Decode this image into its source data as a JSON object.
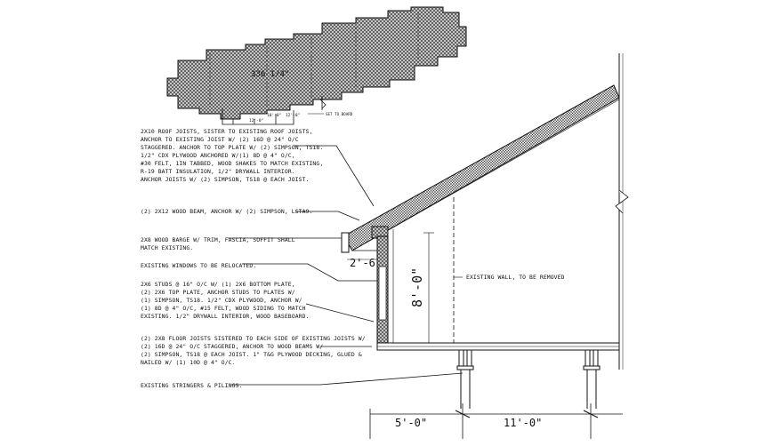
{
  "plan": {
    "room_label": "336 1/4\"",
    "detail_label": "SET TO BOARD",
    "dims": [
      "12'-0\"",
      "10'-0\"",
      "12'-0\""
    ]
  },
  "notes": [
    {
      "id": "roof",
      "lines": [
        "2X10 ROOF JOISTS, SISTER TO EXISTING ROOF JOISTS,",
        "ANCHOR TO EXISTING JOIST W/ (2) 16D @ 24\" O/C",
        "STAGGERED. ANCHOR TO TOP PLATE W/ (2) SIMPSON, TS18.",
        "1/2\" CDX PLYWOOD ANCHORED W/(1) 8D @ 4\" O/C,",
        "#30 FELT, 1IN TABBED, WOOD SHAKES TO MATCH EXISTING,",
        "R-19 BATT INSULATION, 1/2\" DRYWALL INTERIOR.",
        "ANCHOR JOISTS W/ (2) SIMPSON, TS18 @ EACH JOIST."
      ]
    },
    {
      "id": "beam",
      "lines": [
        "(2) 2X12 WOOD BEAM, ANCHOR W/ (2) SIMPSON, LSTA9."
      ]
    },
    {
      "id": "barge",
      "lines": [
        "2X8 WOOD BARGE W/ TRIM, FASCIA, SOFFIT SHALL",
        "MATCH EXISTING."
      ]
    },
    {
      "id": "windows",
      "lines": [
        "EXISTING WINDOWS TO BE RELOCATED."
      ]
    },
    {
      "id": "studs",
      "lines": [
        "2X6 STUDS @ 16\" O/C W/ (1) 2X6 BOTTOM PLATE,",
        "(2) 2X6 TOP PLATE, ANCHOR STUDS TO PLATES W/",
        "(1) SIMPSON, TS18. 1/2\" CDX PLYWOOD, ANCHOR W/",
        "(1) 8D @ 4\" O/C, #15 FELT, WOOD SIDING TO MATCH",
        "EXISTING. 1/2\" DRYWALL INTERIOR, WOOD BASEBOARD."
      ]
    },
    {
      "id": "floor",
      "lines": [
        "(2) 2X8 FLOOR JOISTS SISTERED TO EACH SIDE OF EXISTING JOISTS W/",
        "(2) 16D @ 24\" O/C STAGGERED, ANCHOR TO WOOD BEAMS W/",
        "(2) SIMPSON, TS18 @ EACH JOIST. 1\" T&G PLYWOOD DECKING, GLUED &",
        "NAILED W/ (1) 10D @ 4\" O/C."
      ]
    },
    {
      "id": "stringers",
      "lines": [
        "EXISTING STRINGERS & PILINGS."
      ]
    }
  ],
  "section": {
    "overhang_dim": "2'-6",
    "height_dim": "8'-0\"",
    "existing_wall_note": "EXISTING WALL, TO BE REMOVED",
    "dim_left": "5'-0\"",
    "dim_right": "11'-0\""
  },
  "colors": {
    "line": "#111111",
    "hatch": "#222222",
    "fill": "#c8c8c8",
    "background": "#ffffff"
  }
}
